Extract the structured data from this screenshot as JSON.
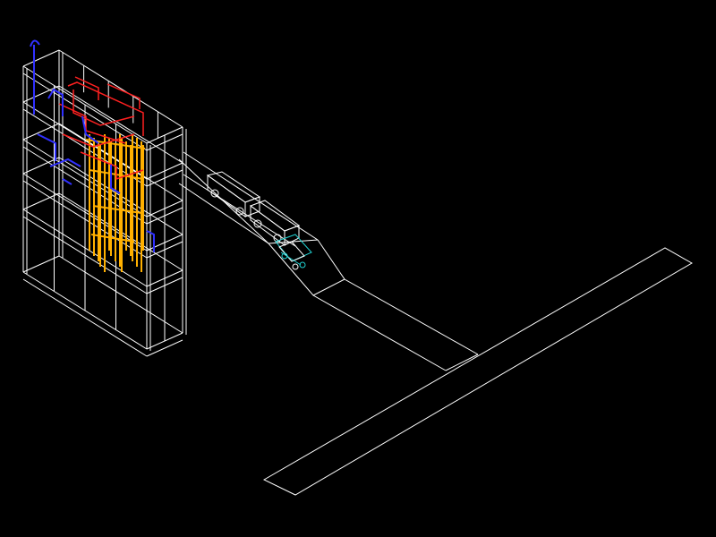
{
  "scene": {
    "background": "#000000",
    "colors": {
      "structure": "#ffffff",
      "electrical": "#ff2020",
      "plumbing": "#3030ff",
      "vertical_pipes": "#ffb000",
      "equipment": "#20d0d0"
    },
    "layers": [
      "building-frame",
      "pipe-network",
      "bridge-conveyor",
      "rail-cars",
      "cart",
      "ramp",
      "walkway"
    ]
  }
}
